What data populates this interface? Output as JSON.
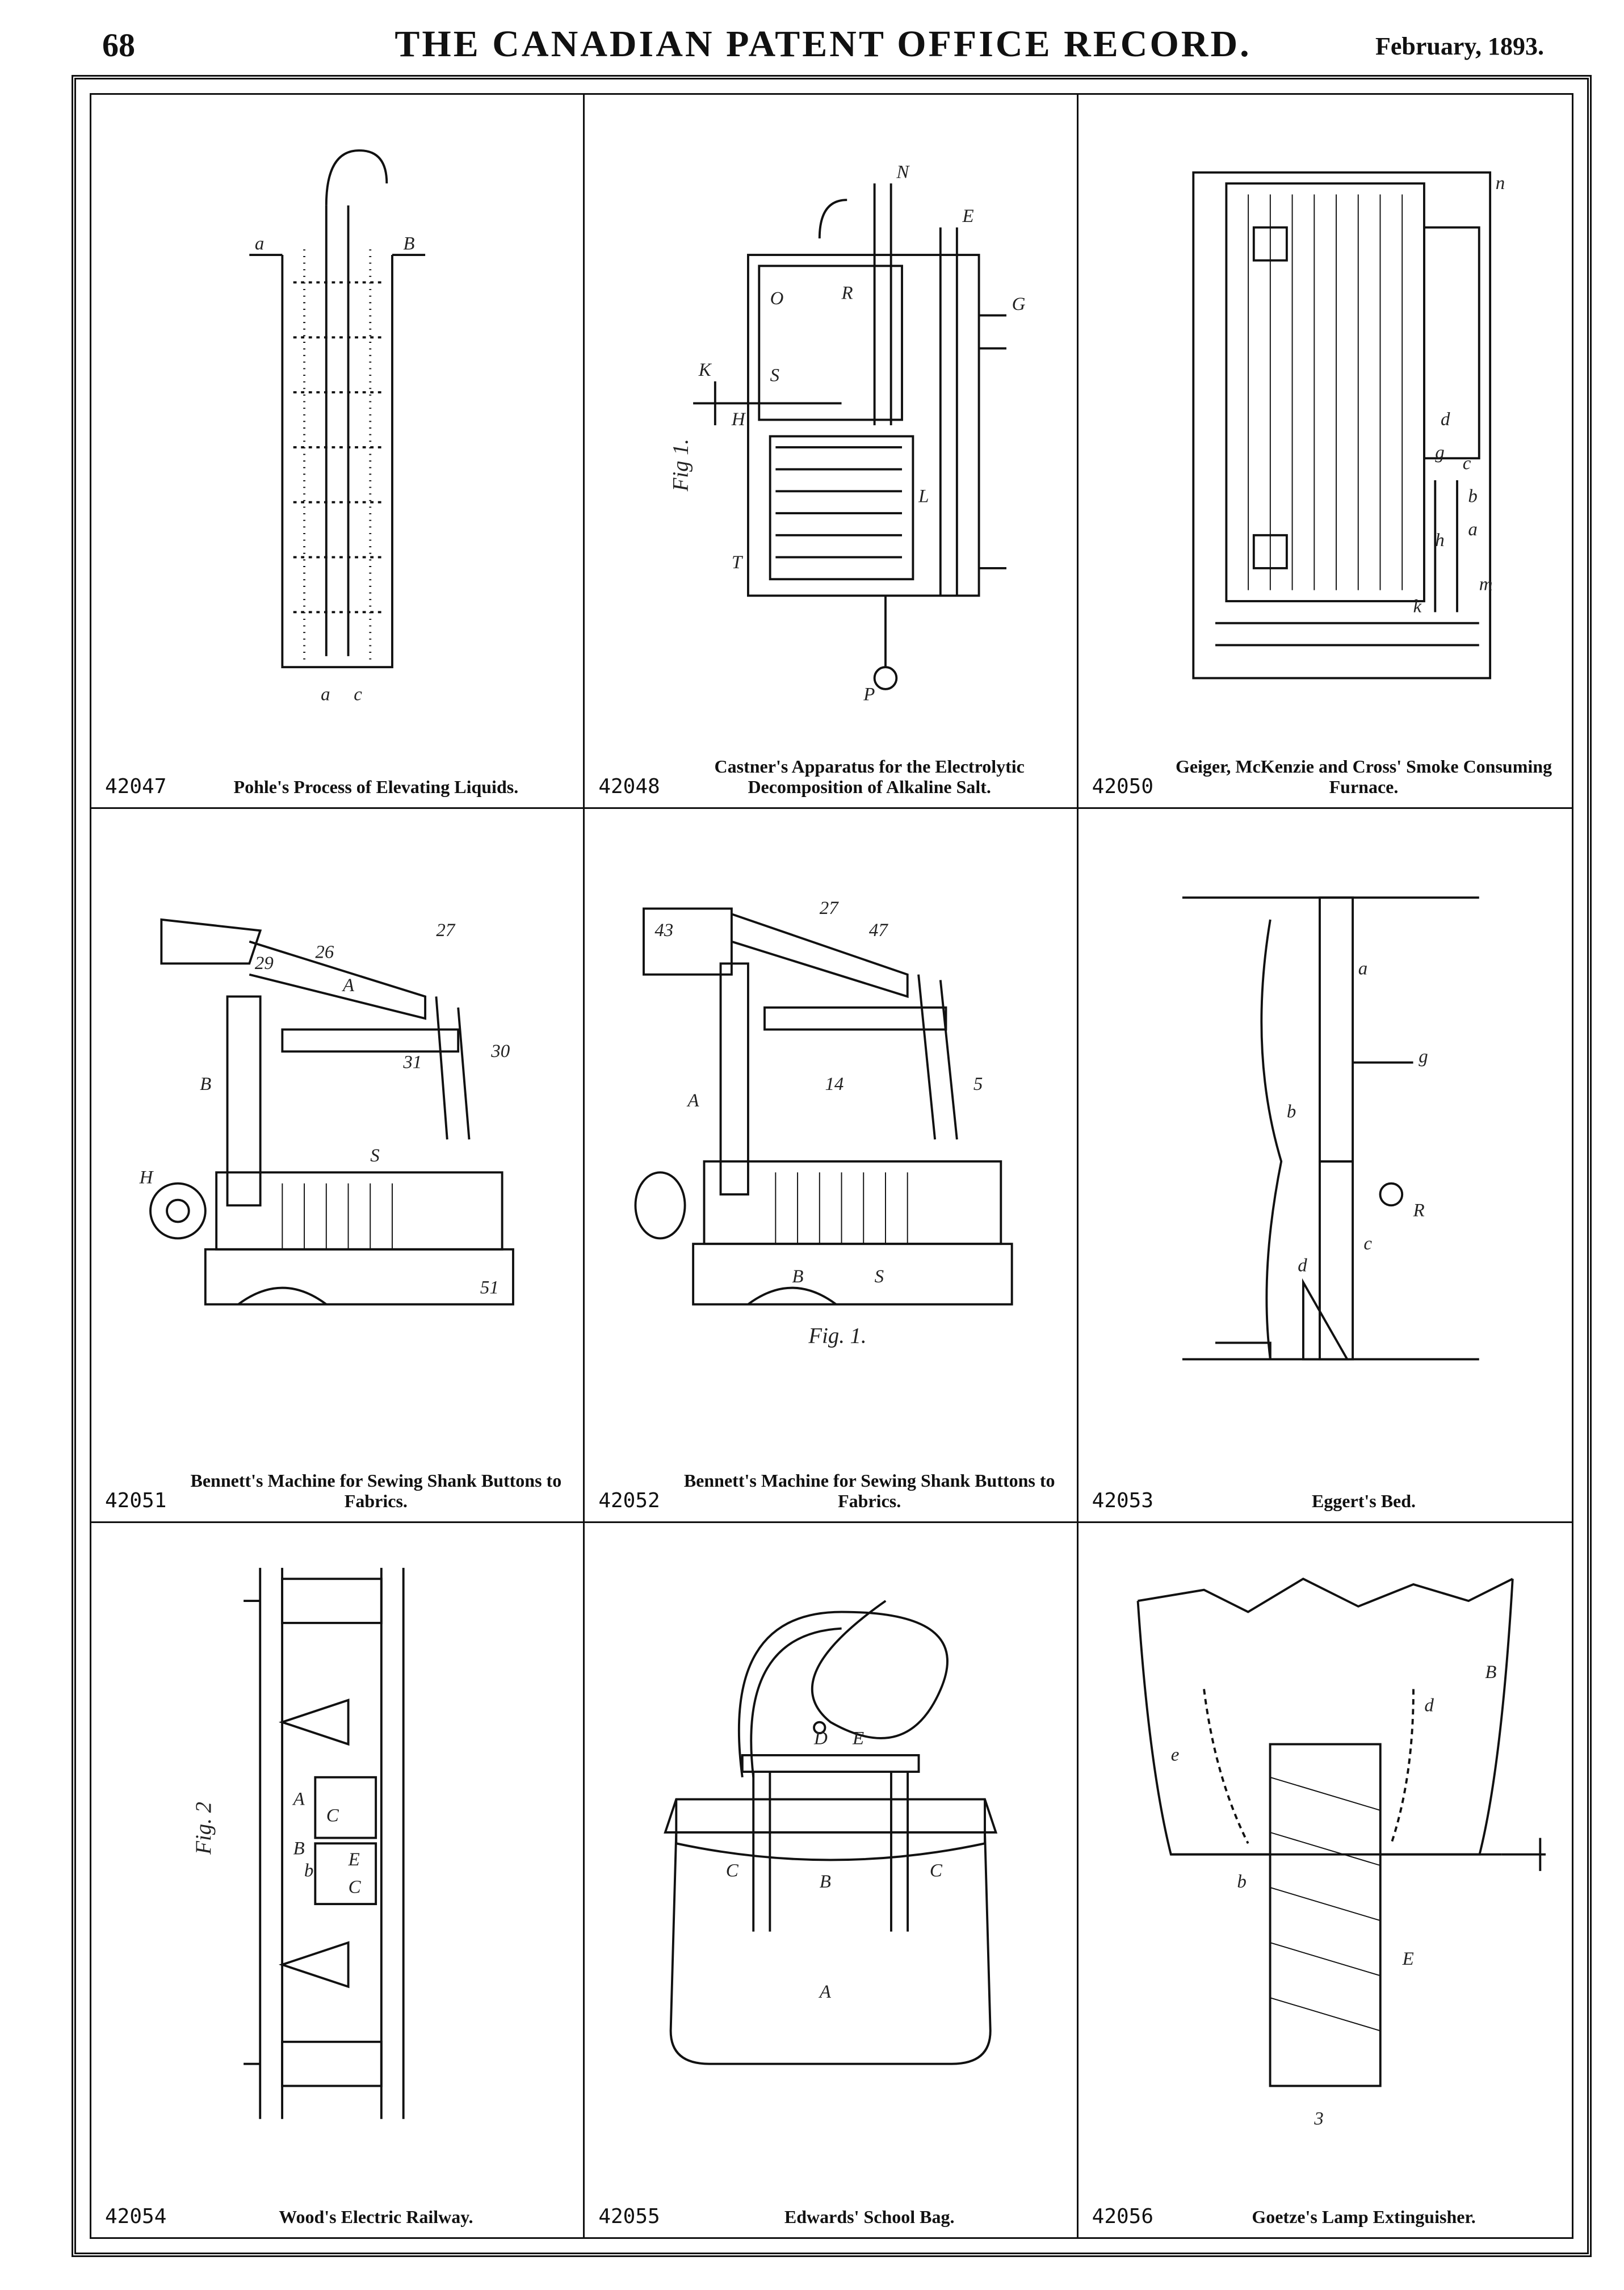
{
  "header": {
    "page_number": "68",
    "journal_title": "THE CANADIAN PATENT OFFICE RECORD.",
    "issue_date": "February, 1893."
  },
  "patents": [
    {
      "number": "42047",
      "title": "Pohle's Process of Elevating Liquids.",
      "labels": [
        "a",
        "B",
        "a",
        "c"
      ]
    },
    {
      "number": "42048",
      "title": "Castner's Apparatus for the Electrolytic Decomposition of Alkaline Salt.",
      "fig": "Fig 1.",
      "labels": [
        "N",
        "E",
        "G",
        "O",
        "K",
        "R",
        "T",
        "H",
        "S",
        "L",
        "P"
      ]
    },
    {
      "number": "42050",
      "title": "Geiger, McKenzie and Cross' Smoke Consuming Furnace.",
      "labels": [
        "n",
        "d",
        "g",
        "c",
        "b",
        "a",
        "m",
        "h",
        "k"
      ]
    },
    {
      "number": "42051",
      "title": "Bennett's Machine for Sewing Shank Buttons to Fabrics.",
      "labels": [
        "A",
        "27",
        "29",
        "26",
        "B",
        "31",
        "30",
        "S",
        "51",
        "H"
      ]
    },
    {
      "number": "42052",
      "title": "Bennett's Machine for Sewing Shank Buttons to Fabrics.",
      "fig": "Fig. 1.",
      "labels": [
        "43",
        "47",
        "27",
        "A",
        "B",
        "14",
        "5",
        "S"
      ]
    },
    {
      "number": "42053",
      "title": "Eggert's Bed.",
      "labels": [
        "a",
        "g",
        "R",
        "b",
        "c",
        "d"
      ]
    },
    {
      "number": "42054",
      "title": "Wood's Electric Railway.",
      "fig": "Fig. 2",
      "labels": [
        "A",
        "B",
        "b",
        "C",
        "E",
        "C"
      ]
    },
    {
      "number": "42055",
      "title": "Edwards' School Bag.",
      "labels": [
        "D",
        "E",
        "B",
        "C",
        "C",
        "A"
      ]
    },
    {
      "number": "42056",
      "title": "Goetze's Lamp Extinguisher.",
      "labels": [
        "B",
        "d",
        "e",
        "b",
        "E",
        "3"
      ]
    }
  ]
}
